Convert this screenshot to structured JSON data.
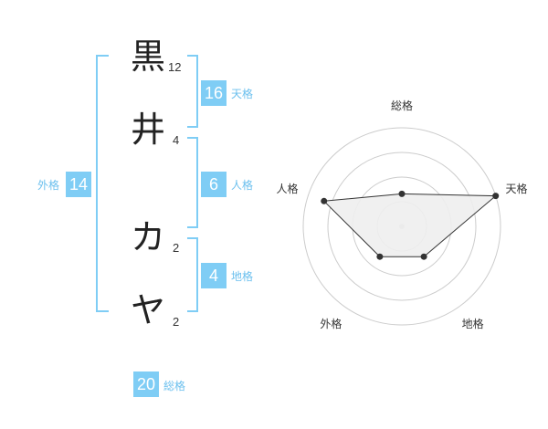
{
  "name": {
    "chars": [
      {
        "char": "黒",
        "strokes": "12"
      },
      {
        "char": "井",
        "strokes": "4"
      },
      {
        "char": "カ",
        "strokes": "2"
      },
      {
        "char": "ヤ",
        "strokes": "2"
      }
    ]
  },
  "fortune": {
    "tenkaku": {
      "label": "天格",
      "value": "16"
    },
    "jinkaku": {
      "label": "人格",
      "value": "6"
    },
    "chikaku": {
      "label": "地格",
      "value": "4"
    },
    "gaikaku": {
      "label": "外格",
      "value": "14"
    },
    "soukaku": {
      "label": "総格",
      "value": "20"
    }
  },
  "chart_data": {
    "type": "radar",
    "axes": [
      "総格",
      "天格",
      "地格",
      "外格",
      "人格"
    ],
    "values": [
      0.33,
      1.0,
      0.38,
      0.38,
      0.83
    ],
    "rings": 4,
    "range": [
      0,
      1
    ],
    "fill_color": "#eeeeee",
    "line_color": "#333333",
    "grid_color": "#cccccc"
  },
  "colors": {
    "accent": "#7fcdf5",
    "accent_text": "#6cc0ee"
  }
}
